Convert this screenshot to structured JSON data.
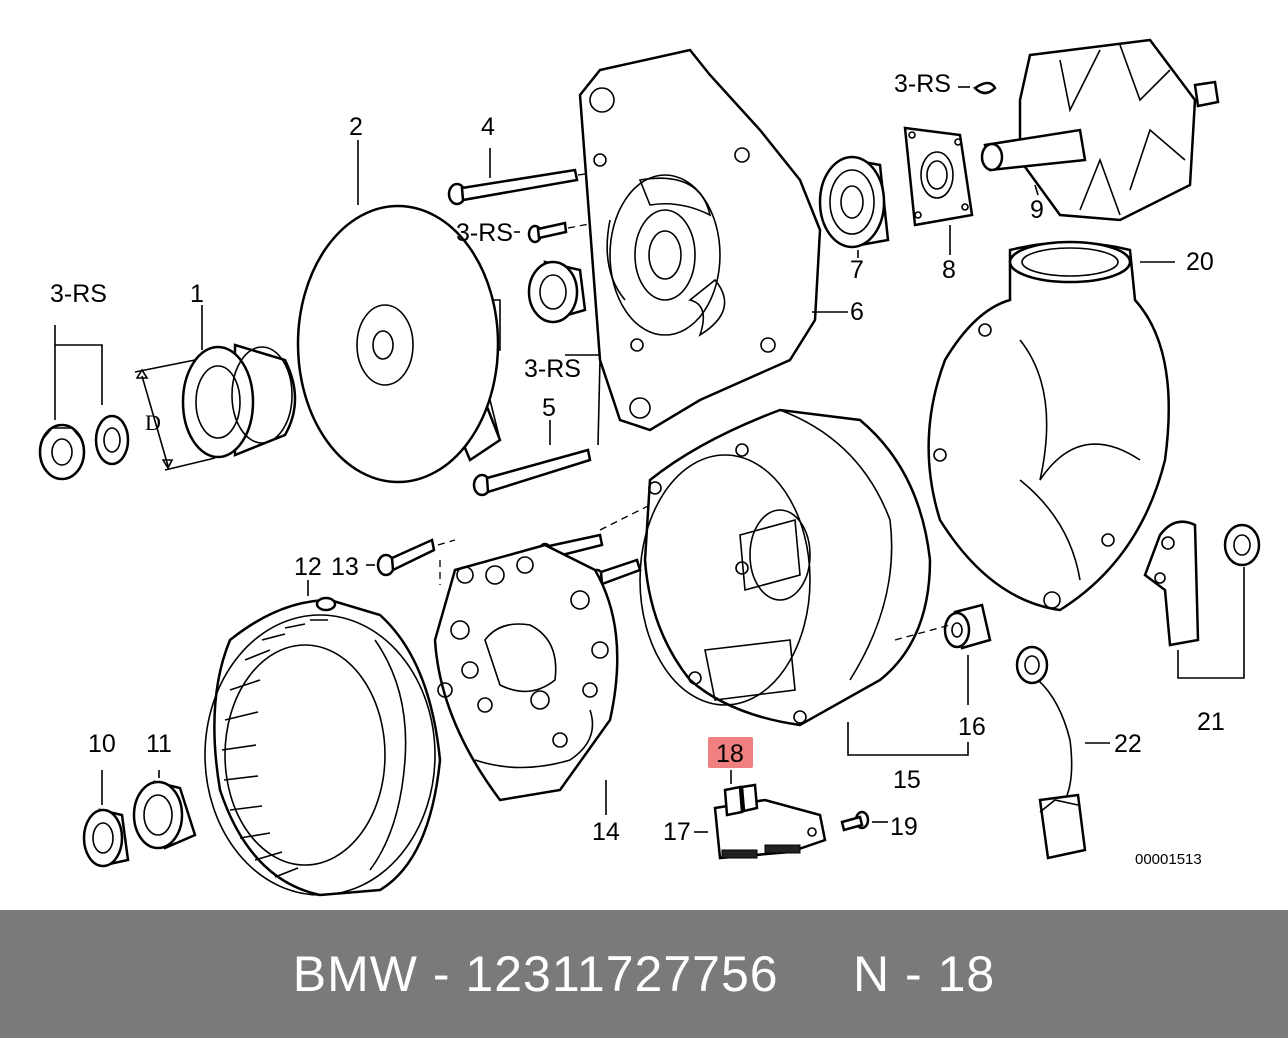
{
  "diagram": {
    "callouts": {
      "c1": "1",
      "c2": "2",
      "c4": "4",
      "c5": "5",
      "c6": "6",
      "c7": "7",
      "c8": "8",
      "c9": "9",
      "c10": "10",
      "c11": "11",
      "c12": "12",
      "c13": "13",
      "c14": "14",
      "c15": "15",
      "c16": "16",
      "c17": "17",
      "c18": "18",
      "c19": "19",
      "c20": "20",
      "c21": "21",
      "c22": "22",
      "rs_a": "3-RS",
      "rs_b": "3-RS",
      "rs_c": "3-RS",
      "rs_d": "3-RS"
    },
    "dimension_label": "D",
    "highlighted_callout": "18",
    "highlight_color": "#f08080",
    "document_number": "00001513"
  },
  "footer": {
    "text": "BMW - 12311727756     N - 18",
    "background": "#7a7a7a"
  }
}
